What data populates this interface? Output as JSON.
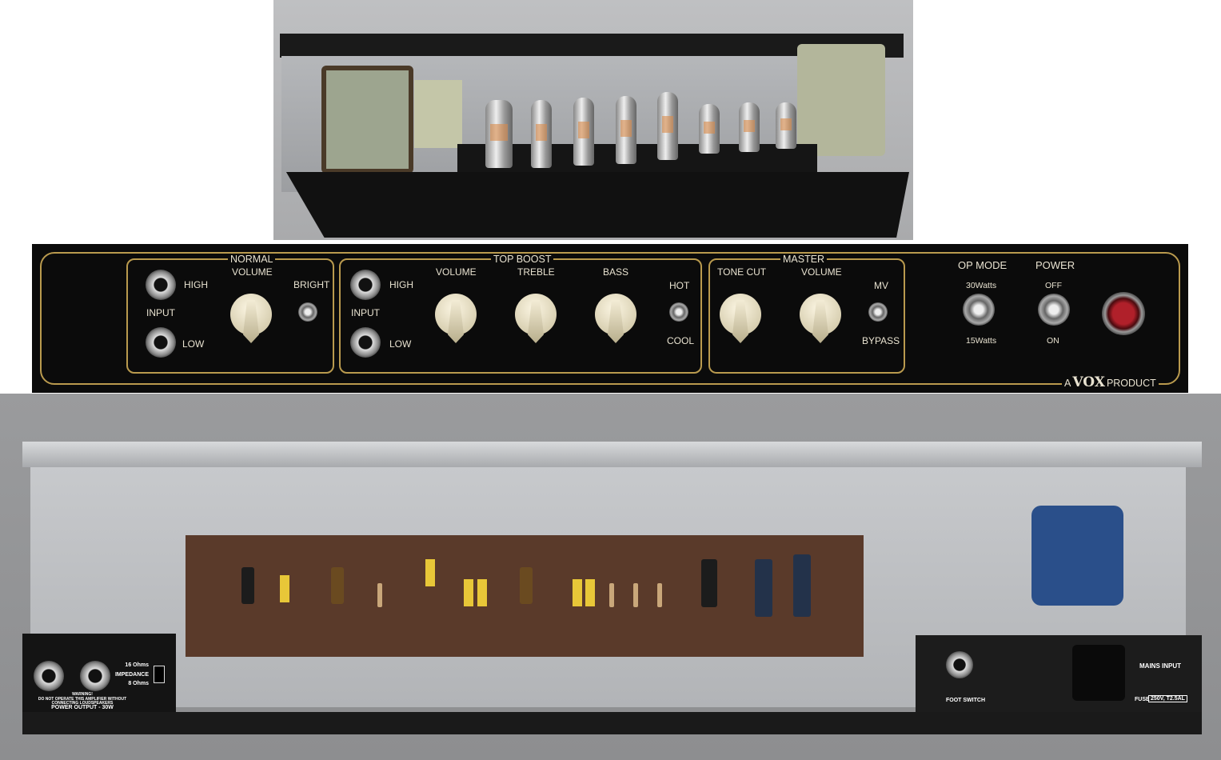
{
  "panel": {
    "normal": {
      "title": "NORMAL",
      "volume": "VOLUME",
      "bright": "BRIGHT",
      "input": "INPUT",
      "high": "HIGH",
      "low": "LOW"
    },
    "top_boost": {
      "title": "TOP BOOST",
      "volume": "VOLUME",
      "treble": "TREBLE",
      "bass": "BASS",
      "hot": "HOT",
      "cool": "COOL",
      "input": "INPUT",
      "high": "HIGH",
      "low": "LOW"
    },
    "master": {
      "title": "MASTER",
      "tone_cut": "TONE CUT",
      "volume": "VOLUME",
      "mv": "MV",
      "bypass": "BYPASS"
    },
    "op_mode": {
      "title": "OP MODE",
      "top": "30Watts",
      "bottom": "15Watts"
    },
    "power": {
      "title": "POWER",
      "top": "OFF",
      "bottom": "ON"
    },
    "brand": {
      "prefix": "A",
      "logo": "VOX",
      "suffix": "PRODUCT"
    }
  },
  "rear_left": {
    "impedance_16": "16 Ohms",
    "impedance": "IMPEDANCE",
    "impedance_8": "8 Ohms",
    "warning": "WARNING!",
    "warning_text_1": "DO NOT OPERATE THIS AMPLIFIER WITHOUT",
    "warning_text_2": "CONNECTING LOUDSPEAKERS",
    "power_output": "POWER OUTPUT - 30W"
  },
  "rear_right": {
    "foot_switch": "FOOT SWITCH",
    "mains_input": "MAINS INPUT",
    "fuse": "FUSE",
    "fuse_rating": "250V, T2.5AL"
  },
  "colors": {
    "panel": "#0b0b0b",
    "gold": "#b99a4e",
    "knob": "#f3ecd5",
    "pcb": "#5a3a2a"
  }
}
